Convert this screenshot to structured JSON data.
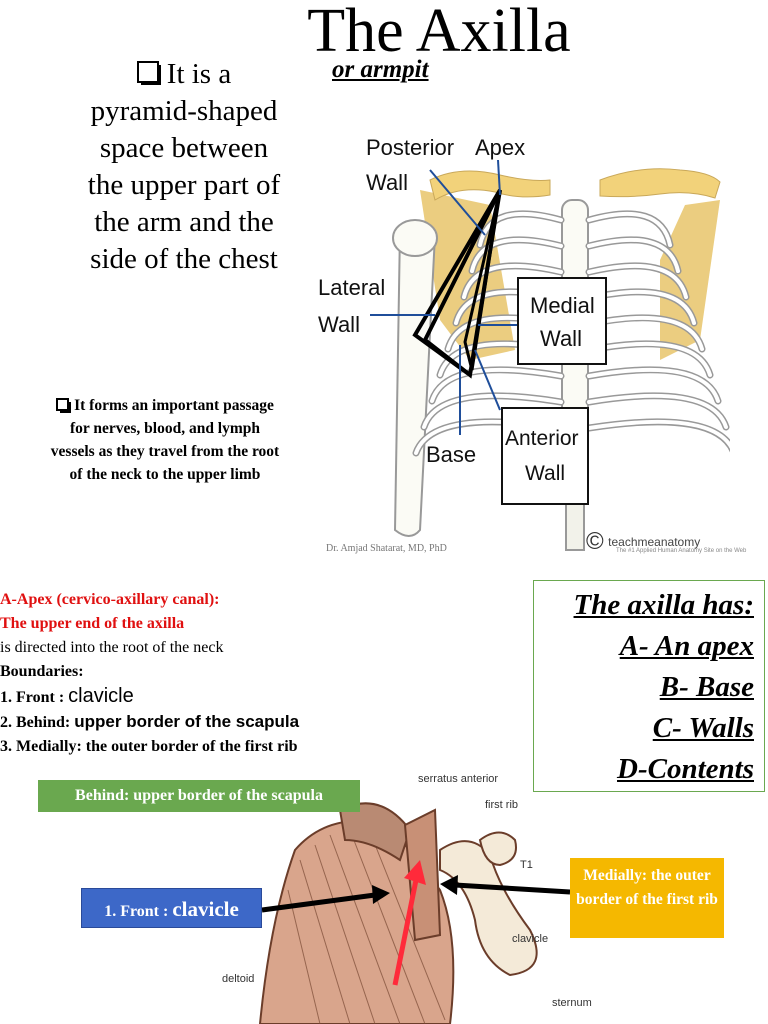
{
  "title": "The Axilla",
  "subtitle": "or armpit",
  "intro": {
    "text": "It is a pyramid-shaped space between the upper part of the arm and the side of the chest"
  },
  "passage": {
    "text": "It forms an important passage for nerves, blood, and lymph vessels as they travel from the root of the neck to the upper limb"
  },
  "figure1": {
    "labels": {
      "posterior_wall_1": "Posterior",
      "posterior_wall_2": "Wall",
      "apex": "Apex",
      "lateral_wall_1": "Lateral",
      "lateral_wall_2": "Wall",
      "medial_wall_1": "Medial",
      "medial_wall_2": "Wall",
      "base": "Base",
      "anterior_wall_1": "Anterior",
      "anterior_wall_2": "Wall"
    },
    "credit": "Dr. Amjad Shatarat, MD, PhD",
    "logo_text": "teachmeanatomy",
    "logo_tagline": "The #1 Applied Human Anatomy Site on the Web"
  },
  "apex": {
    "heading": "A-Apex (cervico-axillary canal):",
    "subheading": "The upper end of the axilla",
    "direction": "is directed into the root of the neck",
    "boundaries_label": "Boundaries:",
    "front_prefix": "1. Front :",
    "front_value": "clavicle",
    "behind_prefix": "2. Behind:",
    "behind_value": "upper border of the scapula",
    "medial_prefix": "3. Medially:",
    "medial_value": "the outer border of the first rib"
  },
  "summary": {
    "heading": "The axilla has:",
    "items": [
      "A- An apex",
      "B- Base",
      "C- Walls",
      "D-Contents"
    ]
  },
  "figure2": {
    "label_behind": "Behind:  upper border of the scapula",
    "label_front_prefix": "1. Front :",
    "label_front_value": "clavicle",
    "label_medial": "Medially:  the outer border of the first rib",
    "anatomy": {
      "serratus": "serratus anterior",
      "first_rib": "first rib",
      "t1": "T1",
      "clavicle": "clavicle",
      "deltoid": "deltoid",
      "sternum": "sternum"
    }
  },
  "colors": {
    "red_heading": "#e01010",
    "green_label": "#6aa84f",
    "blue_label": "#3d68c8",
    "yellow_label": "#f5b800",
    "bone": "#f2d27a"
  }
}
